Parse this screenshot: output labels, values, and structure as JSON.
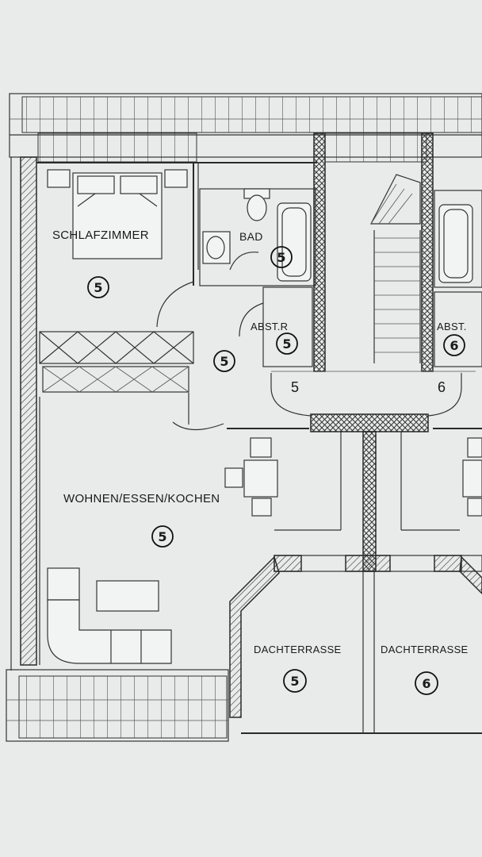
{
  "rooms": {
    "schlafzimmer": "SCHLAFZIMMER",
    "bad": "BAD",
    "abst_r": "ABST.R",
    "abst_right": "ABST.",
    "wohnen": "WOHNEN/ESSEN/KOCHEN",
    "dachterrasse_left": "DACHTERRASSE",
    "dachterrasse_right": "DACHTERRASSE"
  },
  "unit_marks": {
    "schlafzimmer": "5",
    "bad": "5",
    "flur": "5",
    "abst_r": "5",
    "abst_right": "6",
    "wohnen": "5",
    "dachterrasse_left": "5",
    "dachterrasse_right": "6"
  },
  "entrance_numbers": {
    "left": "5",
    "right": "6"
  }
}
